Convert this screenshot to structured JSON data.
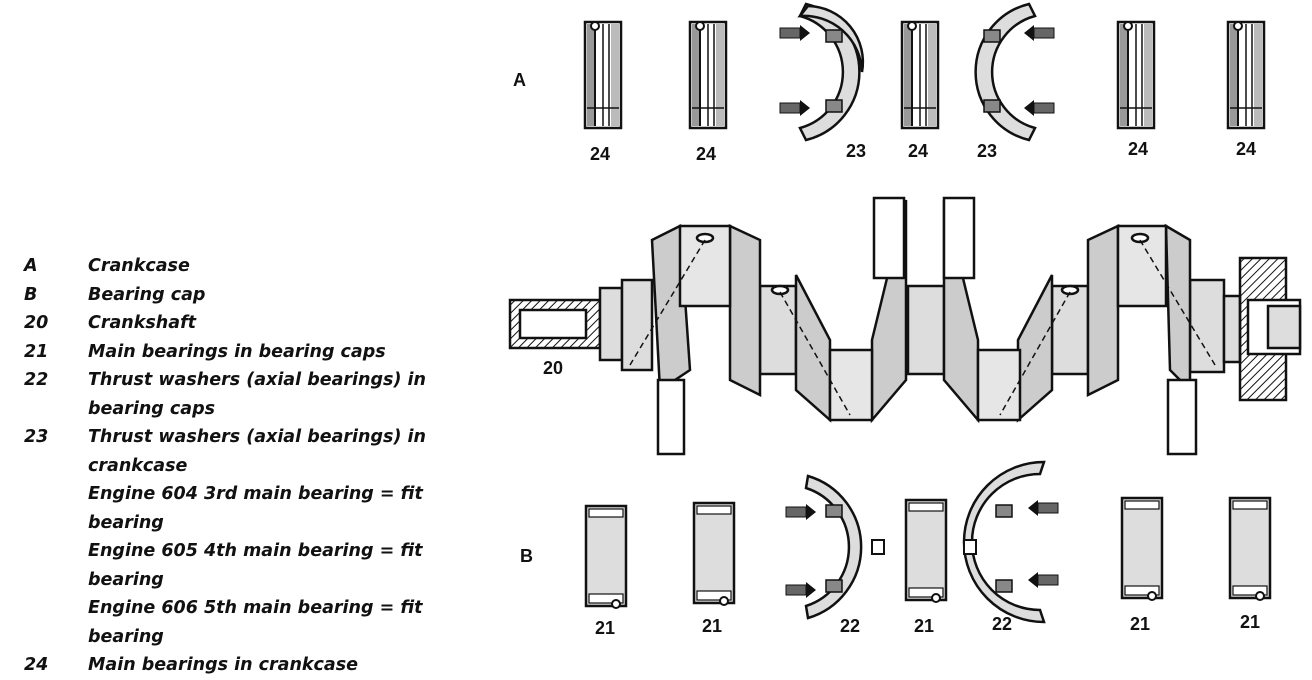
{
  "diagram": {
    "row_a_label": "A",
    "row_b_label": "B",
    "crankshaft_label": "20",
    "row_a_callouts": [
      "24",
      "24",
      "23",
      "24",
      "23",
      "24",
      "24"
    ],
    "row_b_callouts": [
      "21",
      "21",
      "22",
      "21",
      "22",
      "21",
      "21"
    ]
  },
  "legend": {
    "items": [
      {
        "key": "A",
        "lines": [
          "Crankcase"
        ]
      },
      {
        "key": "B",
        "lines": [
          "Bearing cap"
        ]
      },
      {
        "key": "20",
        "lines": [
          "Crankshaft"
        ]
      },
      {
        "key": "21",
        "lines": [
          "Main bearings in bearing caps"
        ]
      },
      {
        "key": "22",
        "lines": [
          "Thrust washers (axial bearings) in",
          "bearing caps"
        ]
      },
      {
        "key": "23",
        "lines": [
          "Thrust washers (axial bearings) in",
          "crankcase",
          "Engine 604 3rd main bearing = fit",
          "bearing",
          "Engine 605 4th main bearing = fit",
          "bearing",
          "Engine 606 5th main bearing = fit",
          "bearing"
        ]
      },
      {
        "key": "24",
        "lines": [
          "Main bearings in crankcase"
        ]
      }
    ]
  }
}
